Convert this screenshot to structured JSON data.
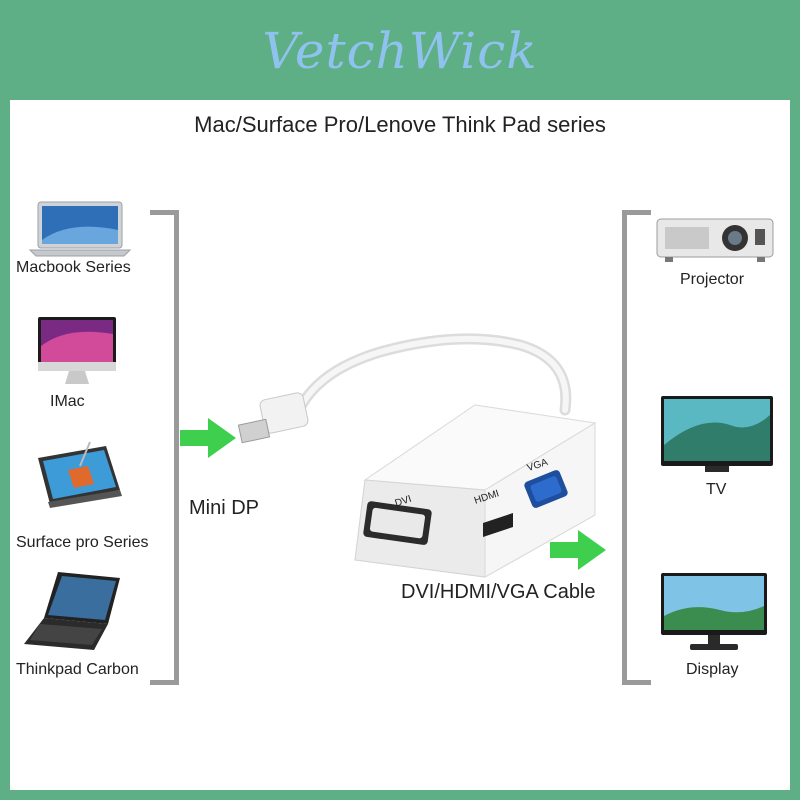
{
  "brand": {
    "name": "VetchWick"
  },
  "title": "Mac/Surface Pro/Lenove Think Pad series",
  "sources": [
    {
      "label": "Macbook Series",
      "icon": "macbook-icon"
    },
    {
      "label": "IMac",
      "icon": "imac-icon"
    },
    {
      "label": "Surface pro Series",
      "icon": "surface-tablet-icon"
    },
    {
      "label": "Thinkpad Carbon",
      "icon": "thinkpad-laptop-icon"
    }
  ],
  "destinations": [
    {
      "label": "Projector",
      "icon": "projector-icon"
    },
    {
      "label": "TV",
      "icon": "tv-icon"
    },
    {
      "label": "Display",
      "icon": "display-monitor-icon"
    }
  ],
  "input_connector": "Mini DP",
  "output_cable": "DVI/HDMI/VGA Cable",
  "ports": {
    "dvi": "DVI",
    "hdmi": "HDMI",
    "vga": "VGA"
  },
  "colors": {
    "border": "#5faf86",
    "brand_text": "#8fc2ef",
    "arrow": "#3fcf4f",
    "bracket": "#9a9a9a"
  }
}
